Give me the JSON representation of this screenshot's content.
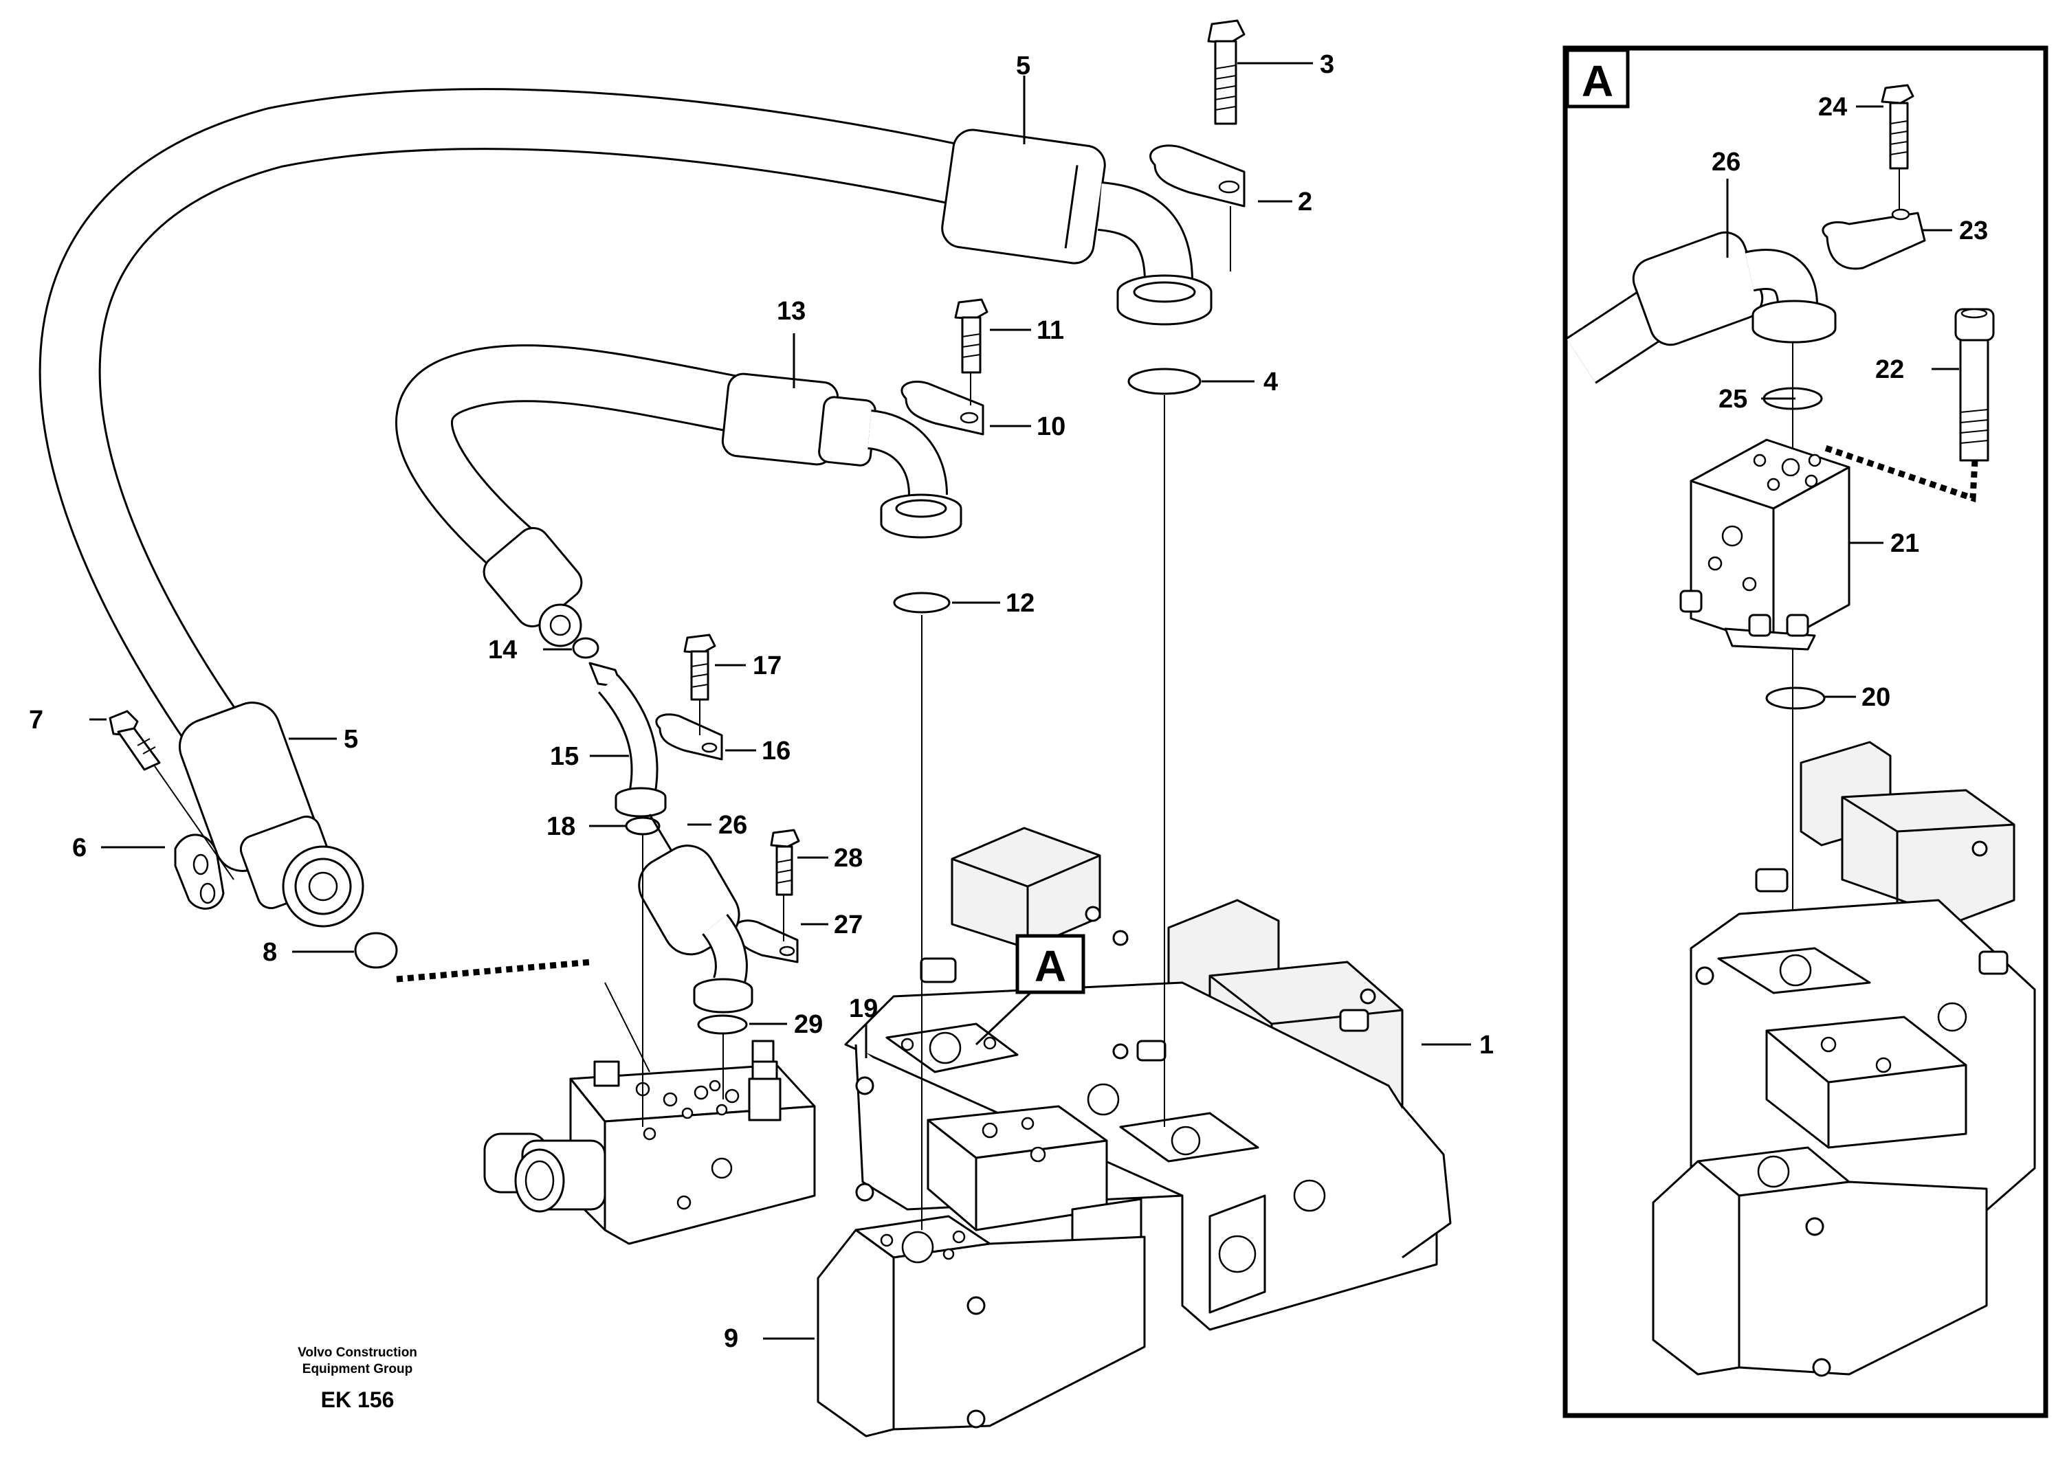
{
  "callouts": [
    {
      "id": "c1",
      "label": "1"
    },
    {
      "id": "c2",
      "label": "2"
    },
    {
      "id": "c3",
      "label": "3"
    },
    {
      "id": "c4",
      "label": "4"
    },
    {
      "id": "c5a",
      "label": "5"
    },
    {
      "id": "c5b",
      "label": "5"
    },
    {
      "id": "c6",
      "label": "6"
    },
    {
      "id": "c7",
      "label": "7"
    },
    {
      "id": "c8",
      "label": "8"
    },
    {
      "id": "c9",
      "label": "9"
    },
    {
      "id": "c10",
      "label": "10"
    },
    {
      "id": "c11",
      "label": "11"
    },
    {
      "id": "c12",
      "label": "12"
    },
    {
      "id": "c13",
      "label": "13"
    },
    {
      "id": "c14",
      "label": "14"
    },
    {
      "id": "c15",
      "label": "15"
    },
    {
      "id": "c16",
      "label": "16"
    },
    {
      "id": "c17",
      "label": "17"
    },
    {
      "id": "c18",
      "label": "18"
    },
    {
      "id": "c19",
      "label": "19"
    },
    {
      "id": "c20",
      "label": "20"
    },
    {
      "id": "c21",
      "label": "21"
    },
    {
      "id": "c22",
      "label": "22"
    },
    {
      "id": "c23",
      "label": "23"
    },
    {
      "id": "c24",
      "label": "24"
    },
    {
      "id": "c25",
      "label": "25"
    },
    {
      "id": "c26a",
      "label": "26"
    },
    {
      "id": "c26b",
      "label": "26"
    },
    {
      "id": "c27",
      "label": "27"
    },
    {
      "id": "c28",
      "label": "28"
    },
    {
      "id": "c29",
      "label": "29"
    }
  ],
  "detail_marker": "A",
  "detail_panel_label": "A",
  "footer": {
    "company_line1": "Volvo Construction",
    "company_line2": "Equipment Group",
    "drawing_code": "EK 156"
  }
}
